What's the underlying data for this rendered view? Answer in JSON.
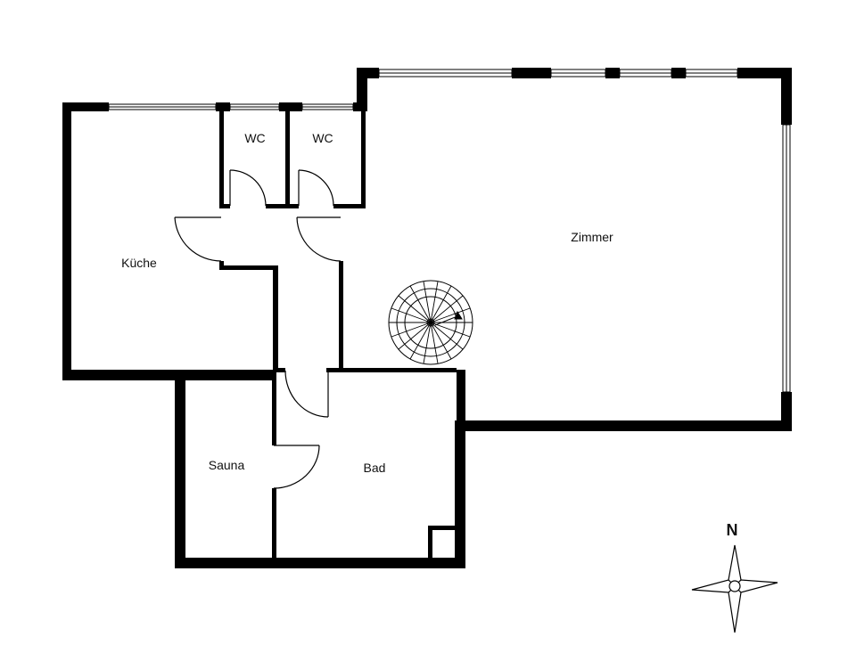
{
  "rooms": {
    "kitchen": "Küche",
    "wc_left": "WC",
    "wc_right": "WC",
    "living": "Zimmer",
    "sauna": "Sauna",
    "bath": "Bad"
  },
  "compass": {
    "north_label": "N"
  },
  "colors": {
    "wall": "#000000",
    "background": "#ffffff",
    "page": "#ffffff"
  }
}
